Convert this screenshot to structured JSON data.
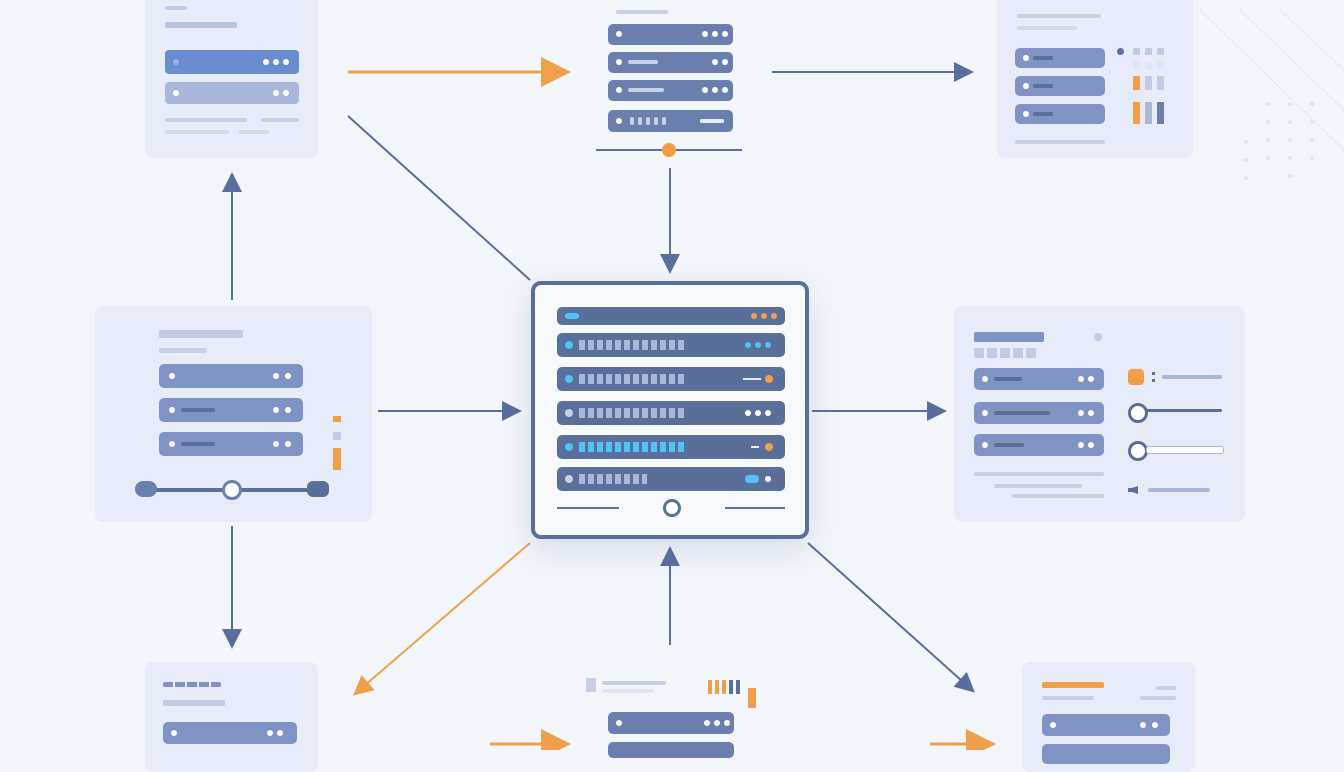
{
  "diagram": {
    "nodes": [
      {
        "id": "top-left-panel",
        "kind": "config-panel"
      },
      {
        "id": "top-center-server",
        "kind": "server-stack"
      },
      {
        "id": "top-right-panel",
        "kind": "config-panel"
      },
      {
        "id": "mid-left-panel",
        "kind": "config-panel"
      },
      {
        "id": "center-hub",
        "kind": "central-device"
      },
      {
        "id": "mid-right-panel",
        "kind": "settings-panel"
      },
      {
        "id": "bottom-left-panel",
        "kind": "config-panel"
      },
      {
        "id": "bottom-center-server",
        "kind": "server-stack"
      },
      {
        "id": "bottom-right-panel",
        "kind": "config-panel"
      }
    ],
    "edges": [
      {
        "from": "top-left-panel",
        "to": "top-center-server",
        "color": "orange"
      },
      {
        "from": "top-center-server",
        "to": "top-right-panel",
        "color": "blue"
      },
      {
        "from": "top-center-server",
        "to": "center-hub",
        "color": "blue"
      },
      {
        "from": "top-left-panel",
        "to": "center-hub",
        "color": "blue"
      },
      {
        "from": "mid-left-panel",
        "to": "top-left-panel",
        "color": "blue"
      },
      {
        "from": "mid-left-panel",
        "to": "center-hub",
        "color": "blue"
      },
      {
        "from": "center-hub",
        "to": "mid-right-panel",
        "color": "blue"
      },
      {
        "from": "mid-left-panel",
        "to": "bottom-left-panel",
        "color": "blue"
      },
      {
        "from": "center-hub",
        "to": "bottom-left-panel",
        "color": "orange"
      },
      {
        "from": "bottom-center-server",
        "to": "center-hub",
        "color": "blue"
      },
      {
        "from": "center-hub",
        "to": "bottom-right-panel",
        "color": "blue"
      }
    ]
  },
  "colors": {
    "background": "#f3f6fb",
    "panel": "#e7ecf8",
    "row_dark": "#5a6f99",
    "row_light": "#7f93c4",
    "arrow_blue": "#5b6f9c",
    "arrow_orange": "#f0a04a",
    "accent_cyan": "#4fc3f7",
    "accent_orange": "#f0a04a"
  }
}
